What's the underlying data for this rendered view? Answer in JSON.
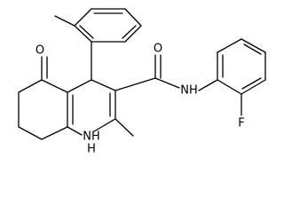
{
  "molecule": {
    "atom_labels": {
      "oxygen_ketone": "O",
      "oxygen_amide": "O",
      "amide_nh": "NH",
      "ring_nh": "NH",
      "ring_nh_h": "H",
      "fluorine": "F"
    }
  },
  "colors": {
    "bond": "#000000",
    "background": "#ffffff"
  }
}
